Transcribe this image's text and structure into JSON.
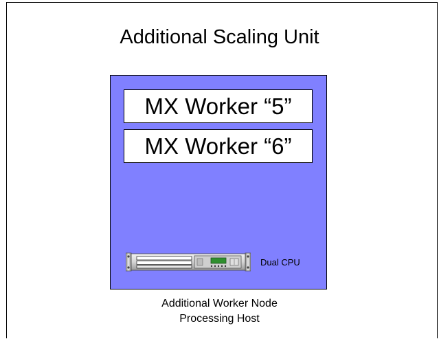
{
  "diagram": {
    "title": "Additional Scaling Unit",
    "workers": [
      {
        "label": "MX Worker “5”"
      },
      {
        "label": "MX Worker “6”"
      }
    ],
    "server": {
      "icon": "rack-server-icon",
      "label": "Dual CPU"
    },
    "caption": {
      "line1": "Additional Worker Node",
      "line2": "Processing Host"
    },
    "colors": {
      "host_fill": "#8080ff",
      "worker_fill": "#ffffff",
      "border": "#000000"
    }
  }
}
